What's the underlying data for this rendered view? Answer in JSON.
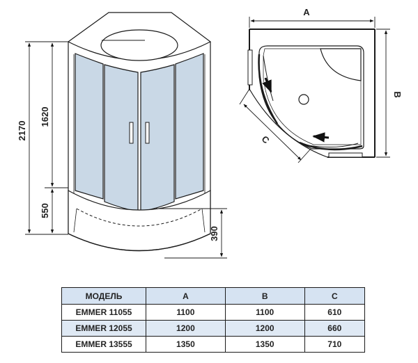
{
  "front_view": {
    "dims": {
      "total_height": "2170",
      "glass_height": "1620",
      "tray_height": "550",
      "step_height": "390"
    }
  },
  "top_view": {
    "dims": {
      "width": "A",
      "depth": "B",
      "door": "C"
    }
  },
  "table": {
    "headers": [
      "МОДЕЛЬ",
      "A",
      "B",
      "C"
    ],
    "rows": [
      [
        "EMMER 11055",
        "1100",
        "1100",
        "610"
      ],
      [
        "EMMER 12055",
        "1200",
        "1200",
        "660"
      ],
      [
        "EMMER 13555",
        "1350",
        "1350",
        "710"
      ]
    ]
  },
  "colors": {
    "glass": "#c9d8e6",
    "line": "#1a1a1a",
    "header_bg": "#d6e3f2"
  }
}
